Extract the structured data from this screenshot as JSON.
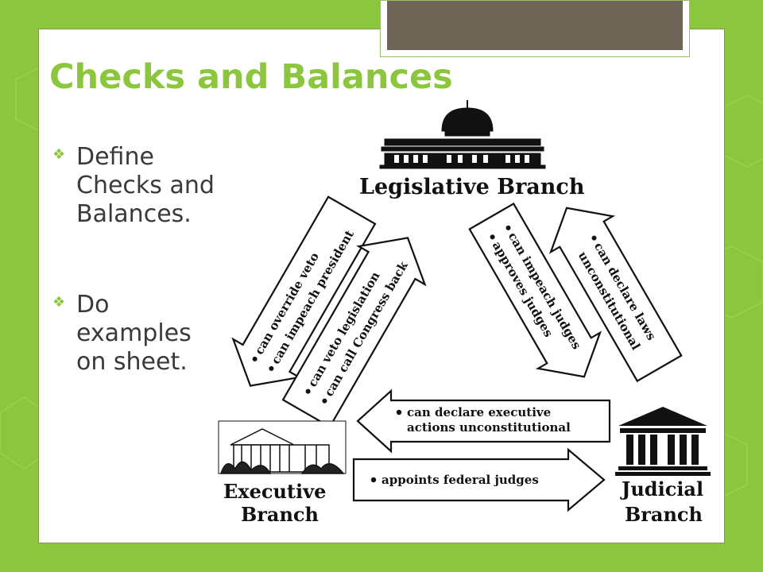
{
  "slide": {
    "title": "Checks and Balances",
    "bullets": [
      {
        "text": "Define Checks and Balances.",
        "icon": "diamond-bullet-icon"
      },
      {
        "text": "Do examples on sheet.",
        "icon": "diamond-bullet-icon"
      }
    ]
  },
  "diagram": {
    "legislative": {
      "label": "Legislative Branch",
      "icon": "capitol-building-icon"
    },
    "executive": {
      "line1": "Executive",
      "line2": "Branch",
      "icon": "white-house-icon"
    },
    "judicial": {
      "line1": "Judicial",
      "line2": "Branch",
      "icon": "courthouse-icon"
    },
    "arrows": {
      "legislative_to_executive": [
        "can override veto",
        "can impeach president"
      ],
      "executive_to_legislative": [
        "can veto legislation",
        "can call Congress back"
      ],
      "legislative_to_judicial": [
        "can impeach judges",
        "approves judges"
      ],
      "judicial_to_legislative": [
        "can declare laws",
        "unconstitutional"
      ],
      "judicial_to_executive": [
        "can declare executive",
        "actions unconstitutional"
      ],
      "executive_to_judicial": [
        "appoints federal judges"
      ]
    }
  },
  "colors": {
    "accent": "#8cc63f",
    "text": "#3a3a3a",
    "tab": "#6e6556"
  }
}
